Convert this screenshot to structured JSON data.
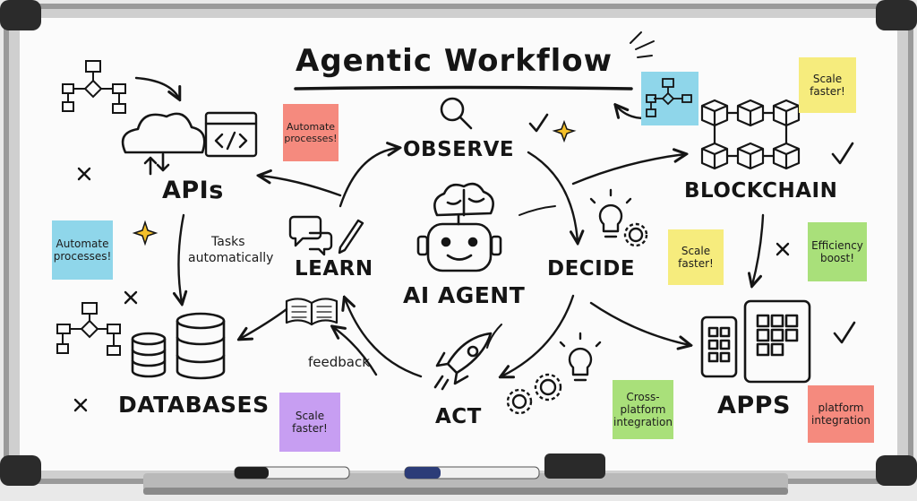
{
  "title": "Agentic Workflow",
  "center": "AI AGENT",
  "nodes": {
    "observe": "OBSERVE",
    "decide": "DECIDE",
    "act": "ACT",
    "learn": "LEARN",
    "apis": "APIs",
    "databases": "DATABASES",
    "blockchain": "BLOCKCHAIN",
    "apps": "APPS"
  },
  "annotations": {
    "tasks_line1": "Tasks",
    "tasks_line2": "automatically",
    "feedback": "feedback"
  },
  "notes": {
    "automate_top_1": "Automate",
    "automate_top_2": "processes!",
    "automate_left_1": "Automate",
    "automate_left_2": "processes!",
    "scale_top_right_1": "Scale",
    "scale_top_right_2": "faster!",
    "scale_mid_1": "Scale",
    "scale_mid_2": "faster!",
    "efficiency_1": "Efficiency",
    "efficiency_2": "boost!",
    "scale_bottom_1": "Scale",
    "scale_bottom_2": "faster!",
    "cross_1": "Cross-",
    "cross_2": "platform",
    "cross_3": "integration",
    "platform_1": "platform",
    "platform_2": "integration"
  },
  "colors": {
    "note_red": "#f58a7e",
    "note_blue": "#8fd6ea",
    "note_yellow": "#f6ec7d",
    "note_green": "#a9e07a",
    "note_purple": "#c79ef2",
    "ink": "#151515",
    "frame": "#8e8e8e",
    "board": "#fbfbfb"
  }
}
